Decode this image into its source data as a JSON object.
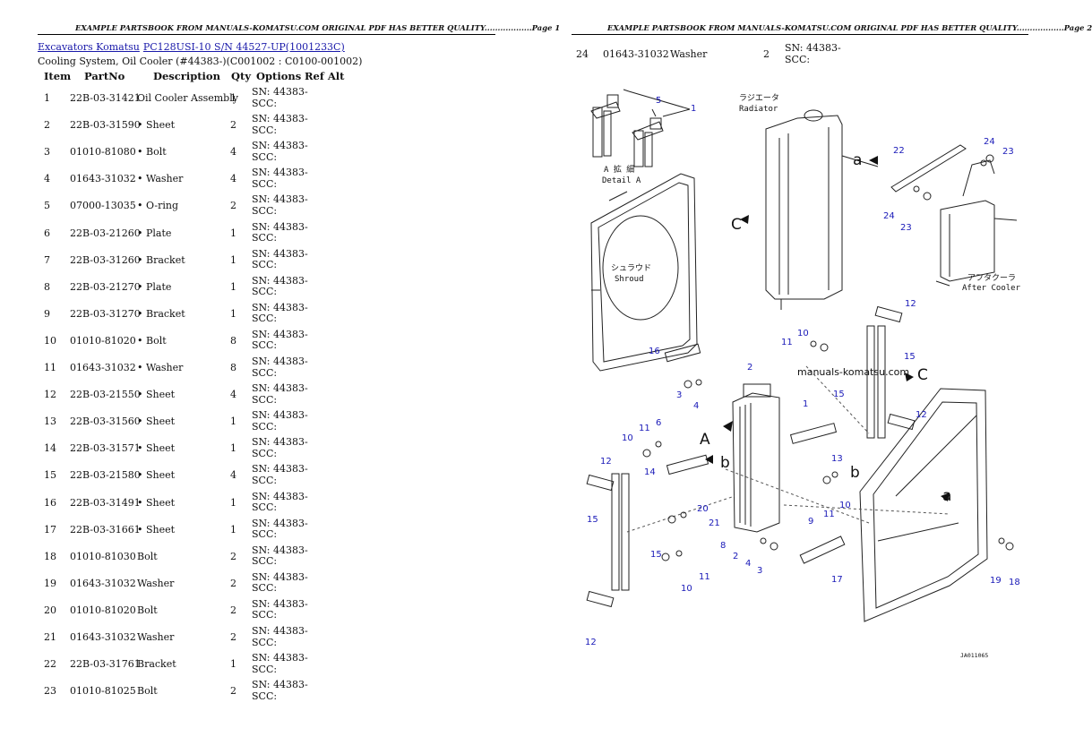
{
  "header": {
    "left": "EXAMPLE PARTSBOOK FROM MANUALS-KOMATSU.COM ORIGINAL PDF HAS BETTER QUALITY..................Page 1",
    "right": "EXAMPLE PARTSBOOK FROM MANUALS-KOMATSU.COM ORIGINAL PDF HAS BETTER QUALITY..................Page 2"
  },
  "breadcrumb": {
    "category": "Excavators Komatsu",
    "model": "PC128USI-10 S/N 44527-UP(1001233C)"
  },
  "subtitle": "Cooling System, Oil Cooler (#44383-)(C001002 : C0100-001002)",
  "columns": {
    "item": "Item",
    "partno": "PartNo",
    "description": "Description",
    "qty": "Qty",
    "options": "Options",
    "refalt": "Ref Alt"
  },
  "rows": [
    {
      "item": "1",
      "partno": "22B-03-31421",
      "desc": "Oil Cooler Assembly",
      "qty": "1",
      "options": "SN: 44383-SCC:"
    },
    {
      "item": "2",
      "partno": "22B-03-31590",
      "desc": "• Sheet",
      "qty": "2",
      "options": "SN: 44383-SCC:"
    },
    {
      "item": "3",
      "partno": "01010-81080",
      "desc": "• Bolt",
      "qty": "4",
      "options": "SN: 44383-SCC:"
    },
    {
      "item": "4",
      "partno": "01643-31032",
      "desc": "• Washer",
      "qty": "4",
      "options": "SN: 44383-SCC:"
    },
    {
      "item": "5",
      "partno": "07000-13035",
      "desc": "• O-ring",
      "qty": "2",
      "options": "SN: 44383-SCC:"
    },
    {
      "item": "6",
      "partno": "22B-03-21260",
      "desc": "• Plate",
      "qty": "1",
      "options": "SN: 44383-SCC:"
    },
    {
      "item": "7",
      "partno": "22B-03-31260",
      "desc": "• Bracket",
      "qty": "1",
      "options": "SN: 44383-SCC:"
    },
    {
      "item": "8",
      "partno": "22B-03-21270",
      "desc": "• Plate",
      "qty": "1",
      "options": "SN: 44383-SCC:"
    },
    {
      "item": "9",
      "partno": "22B-03-31270",
      "desc": "• Bracket",
      "qty": "1",
      "options": "SN: 44383-SCC:"
    },
    {
      "item": "10",
      "partno": "01010-81020",
      "desc": "• Bolt",
      "qty": "8",
      "options": "SN: 44383-SCC:"
    },
    {
      "item": "11",
      "partno": "01643-31032",
      "desc": "• Washer",
      "qty": "8",
      "options": "SN: 44383-SCC:"
    },
    {
      "item": "12",
      "partno": "22B-03-21550",
      "desc": "• Sheet",
      "qty": "4",
      "options": "SN: 44383-SCC:"
    },
    {
      "item": "13",
      "partno": "22B-03-31560",
      "desc": "• Sheet",
      "qty": "1",
      "options": "SN: 44383-SCC:"
    },
    {
      "item": "14",
      "partno": "22B-03-31571",
      "desc": "• Sheet",
      "qty": "1",
      "options": "SN: 44383-SCC:"
    },
    {
      "item": "15",
      "partno": "22B-03-21580",
      "desc": "• Sheet",
      "qty": "4",
      "options": "SN: 44383-SCC:"
    },
    {
      "item": "16",
      "partno": "22B-03-31491",
      "desc": "• Sheet",
      "qty": "1",
      "options": "SN: 44383-SCC:"
    },
    {
      "item": "17",
      "partno": "22B-03-31661",
      "desc": "• Sheet",
      "qty": "1",
      "options": "SN: 44383-SCC:"
    },
    {
      "item": "18",
      "partno": "01010-81030",
      "desc": "Bolt",
      "qty": "2",
      "options": "SN: 44383-SCC:"
    },
    {
      "item": "19",
      "partno": "01643-31032",
      "desc": "Washer",
      "qty": "2",
      "options": "SN: 44383-SCC:"
    },
    {
      "item": "20",
      "partno": "01010-81020",
      "desc": "Bolt",
      "qty": "2",
      "options": "SN: 44383-SCC:"
    },
    {
      "item": "21",
      "partno": "01643-31032",
      "desc": "Washer",
      "qty": "2",
      "options": "SN: 44383-SCC:"
    },
    {
      "item": "22",
      "partno": "22B-03-31761",
      "desc": "Bracket",
      "qty": "1",
      "options": "SN: 44383-SCC:"
    },
    {
      "item": "23",
      "partno": "01010-81025",
      "desc": "Bolt",
      "qty": "2",
      "options": "SN: 44383-SCC:"
    }
  ],
  "page2_row": {
    "item": "24",
    "partno": "01643-31032",
    "desc": "Washer",
    "qty": "2",
    "options": "SN: 44383-SCC:"
  },
  "diagram": {
    "radiator_jp": "ラジエータ",
    "radiator_en": "Radiator",
    "detail_jp": "A 拡 細",
    "detail_en": "Detail A",
    "shroud_jp": "シュラウド",
    "shroud_en": "Shroud",
    "aftercooler_jp": "アフタクーラ",
    "aftercooler_en": "After Cooler",
    "watermark": "manuals-komatsu.com",
    "figure_code": "JA011065"
  }
}
